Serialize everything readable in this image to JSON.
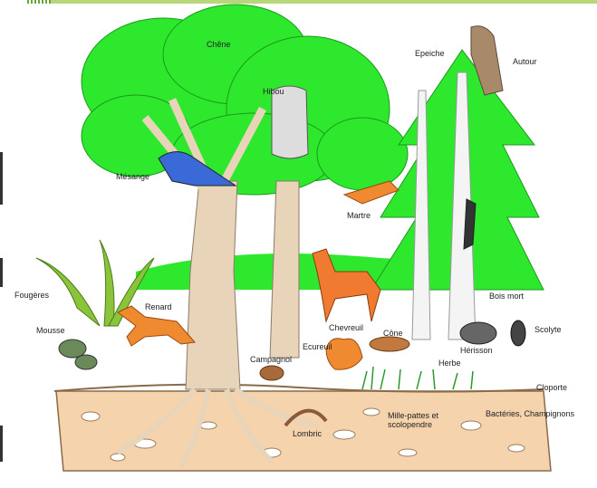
{
  "labels": {
    "chene": "Chêne",
    "hibou": "Hibou",
    "epeiche": "Epeiche",
    "autour": "Autour",
    "mesange": "Mésange",
    "martre": "Martre",
    "fougeres": "Fougères",
    "renard": "Renard",
    "mousse": "Mousse",
    "chevreuil": "Chevreuil",
    "cone": "Cône",
    "bois_mort": "Bois mort",
    "scolyte": "Scolyte",
    "herisson": "Hérisson",
    "ecureuil": "Ecureuil",
    "campagnol": "Campagnol",
    "herbe": "Herbe",
    "cloporte": "Cloporte",
    "lombric": "Lombric",
    "mille_pattes": "Mille-pattes et scolopendre",
    "bactteries": "Bactéries, Champignons"
  },
  "colors": {
    "foliage": "#2ee82e",
    "foliage_dark": "#1fbf1f",
    "trunk": "#e8d4b8",
    "soil": "#f5d3ad",
    "ground_line": "#8a6a4a",
    "fox": "#f08a30",
    "frame_bar": "#b7d77a"
  }
}
